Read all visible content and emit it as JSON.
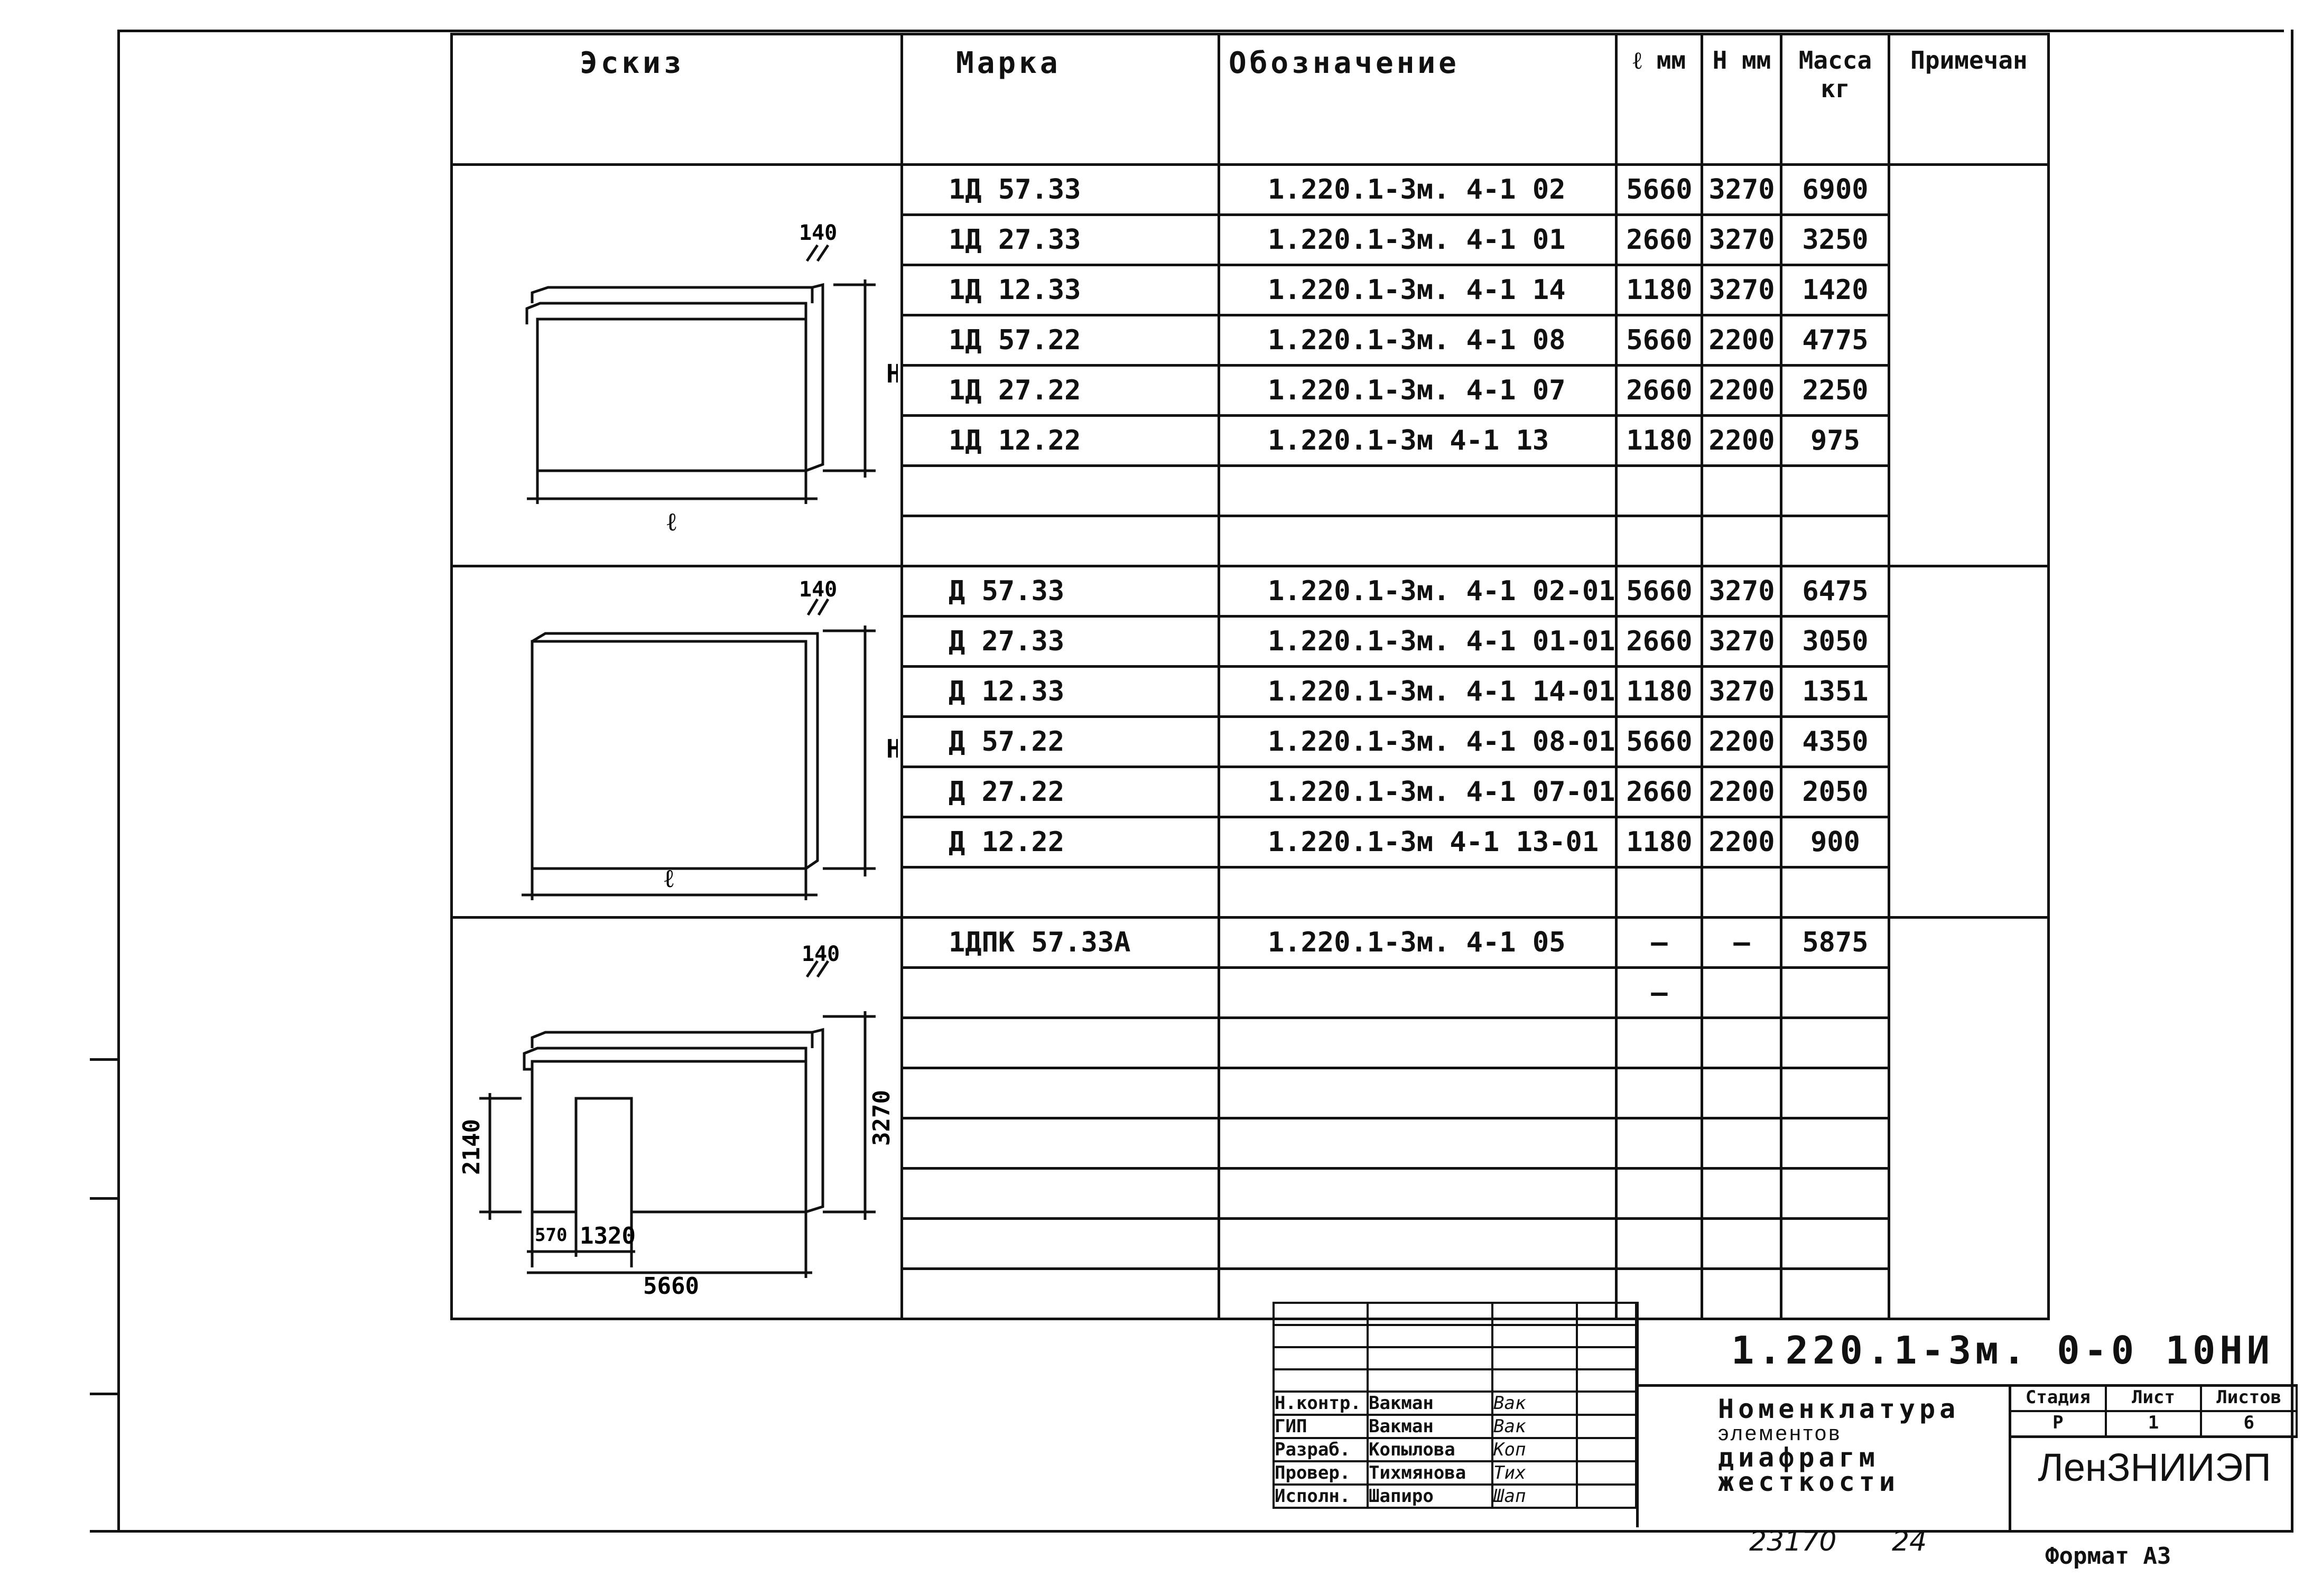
{
  "table": {
    "headers": {
      "sketch": "Эскиз",
      "marka": "Марка",
      "oboz": "Обозначение",
      "l": "ℓ мм",
      "h": "H мм",
      "mass": "Масса кг",
      "note": "Примечан"
    },
    "group1": {
      "rows": [
        {
          "marka": "1Д 57.33",
          "oboz": "1.220.1-3м. 4-1 02",
          "l": "5660",
          "h": "3270",
          "mass": "6900"
        },
        {
          "marka": "1Д 27.33",
          "oboz": "1.220.1-3м. 4-1 01",
          "l": "2660",
          "h": "3270",
          "mass": "3250"
        },
        {
          "marka": "1Д 12.33",
          "oboz": "1.220.1-3м. 4-1 14",
          "l": "1180",
          "h": "3270",
          "mass": "1420"
        },
        {
          "marka": "1Д 57.22",
          "oboz": "1.220.1-3м. 4-1 08",
          "l": "5660",
          "h": "2200",
          "mass": "4775"
        },
        {
          "marka": "1Д 27.22",
          "oboz": "1.220.1-3м. 4-1 07",
          "l": "2660",
          "h": "2200",
          "mass": "2250"
        },
        {
          "marka": "1Д 12.22",
          "oboz": "1.220.1-3м 4-1 13",
          "l": "1180",
          "h": "2200",
          "mass": "975"
        }
      ],
      "sketch": {
        "thick": "140",
        "h": "H",
        "l": "ℓ"
      }
    },
    "group2": {
      "rows": [
        {
          "marka": "Д 57.33",
          "oboz": "1.220.1-3м. 4-1 02-01",
          "l": "5660",
          "h": "3270",
          "mass": "6475"
        },
        {
          "marka": "Д 27.33",
          "oboz": "1.220.1-3м. 4-1 01-01",
          "l": "2660",
          "h": "3270",
          "mass": "3050"
        },
        {
          "marka": "Д 12.33",
          "oboz": "1.220.1-3м. 4-1 14-01",
          "l": "1180",
          "h": "3270",
          "mass": "1351"
        },
        {
          "marka": "Д 57.22",
          "oboz": "1.220.1-3м. 4-1 08-01",
          "l": "5660",
          "h": "2200",
          "mass": "4350"
        },
        {
          "marka": "Д 27.22",
          "oboz": "1.220.1-3м. 4-1 07-01",
          "l": "2660",
          "h": "2200",
          "mass": "2050"
        },
        {
          "marka": "Д 12.22",
          "oboz": "1.220.1-3м 4-1 13-01",
          "l": "1180",
          "h": "2200",
          "mass": "900"
        }
      ],
      "sketch": {
        "thick": "140",
        "h": "H",
        "l": "ℓ"
      }
    },
    "group3": {
      "rows": [
        {
          "marka": "1ДПК 57.33А",
          "oboz": "1.220.1-3м. 4-1 05",
          "l": "—",
          "h": "—",
          "mass": "5875"
        },
        {
          "marka": "",
          "oboz": "",
          "l": "—",
          "h": "",
          "mass": ""
        }
      ],
      "sketch": {
        "thick": "140",
        "height": "3270",
        "door_h": "2140",
        "d1": "570",
        "d2": "1320",
        "length": "5660"
      }
    }
  },
  "stamp": {
    "roles": [
      {
        "role": "Н.контр.",
        "name": "Вакман",
        "sign": "Вак"
      },
      {
        "role": "ГИП",
        "name": "Вакман",
        "sign": "Вак"
      },
      {
        "role": "Разраб.",
        "name": "Копылова",
        "sign": "Коп"
      },
      {
        "role": "Провер.",
        "name": "Тихмянова",
        "sign": "Тих"
      },
      {
        "role": "Исполн.",
        "name": "Шапиро",
        "sign": "Шап"
      }
    ],
    "doc_code": "1.220.1-3м. 0-0 10НИ",
    "title_lines": [
      "Номенклатура",
      "элементов",
      "диафрагм",
      "жесткости"
    ],
    "stage_head": [
      "Стадия",
      "Лист",
      "Листов"
    ],
    "stage_vals": [
      "Р",
      "1",
      "6"
    ],
    "org": "ЛенЗНИИЭП"
  },
  "footer": {
    "inv": "23170",
    "page": "24",
    "format": "Формат А3"
  }
}
